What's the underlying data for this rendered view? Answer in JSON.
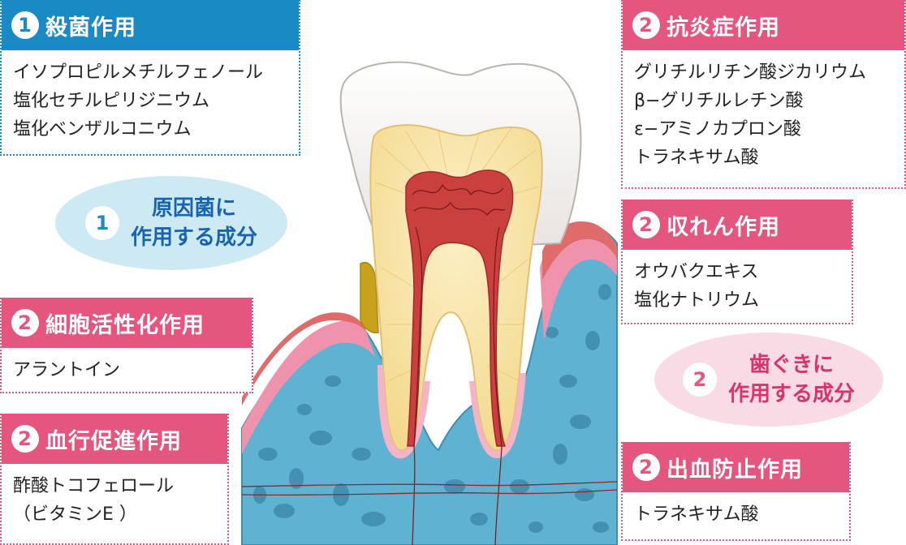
{
  "colors": {
    "blue": "#1a8ac5",
    "pink": "#e4567e",
    "gum": "#e98aa5",
    "bone": "#5db0cf",
    "dentin": "#f8e6ad",
    "pulp": "#c93a3a"
  },
  "panels": [
    {
      "id": "sakkin",
      "num": "1",
      "title": "殺菌作用",
      "color": "blue",
      "items": [
        "イソプロピルメチルフェノール",
        "塩化セチルピリジニウム",
        "塩化ベンザルコニウム"
      ]
    },
    {
      "id": "koenshou",
      "num": "2",
      "title": "抗炎症作用",
      "color": "pink",
      "items": [
        "グリチルリチン酸ジカリウム",
        "β−グリチルレチン酸",
        "ε−アミノカプロン酸",
        "トラネキサム酸"
      ]
    },
    {
      "id": "shuuren",
      "num": "2",
      "title": "収れん作用",
      "color": "pink",
      "items": [
        "オウバクエキス",
        "塩化ナトリウム"
      ]
    },
    {
      "id": "saibou",
      "num": "2",
      "title": "細胞活性化作用",
      "color": "pink",
      "items": [
        "アラントイン"
      ]
    },
    {
      "id": "kekkou",
      "num": "2",
      "title": "血行促進作用",
      "color": "pink",
      "items": [
        "酢酸トコフェロール",
        "（ビタミンE ）"
      ]
    },
    {
      "id": "shiketsu",
      "num": "2",
      "title": "出血防止作用",
      "color": "pink",
      "items": [
        "トラネキサム酸"
      ]
    }
  ],
  "badges": [
    {
      "id": "genin",
      "num": "1",
      "line1": "原因菌に",
      "line2": "作用する成分"
    },
    {
      "id": "haguki",
      "num": "2",
      "line1": "歯ぐきに",
      "line2": "作用する成分"
    }
  ]
}
